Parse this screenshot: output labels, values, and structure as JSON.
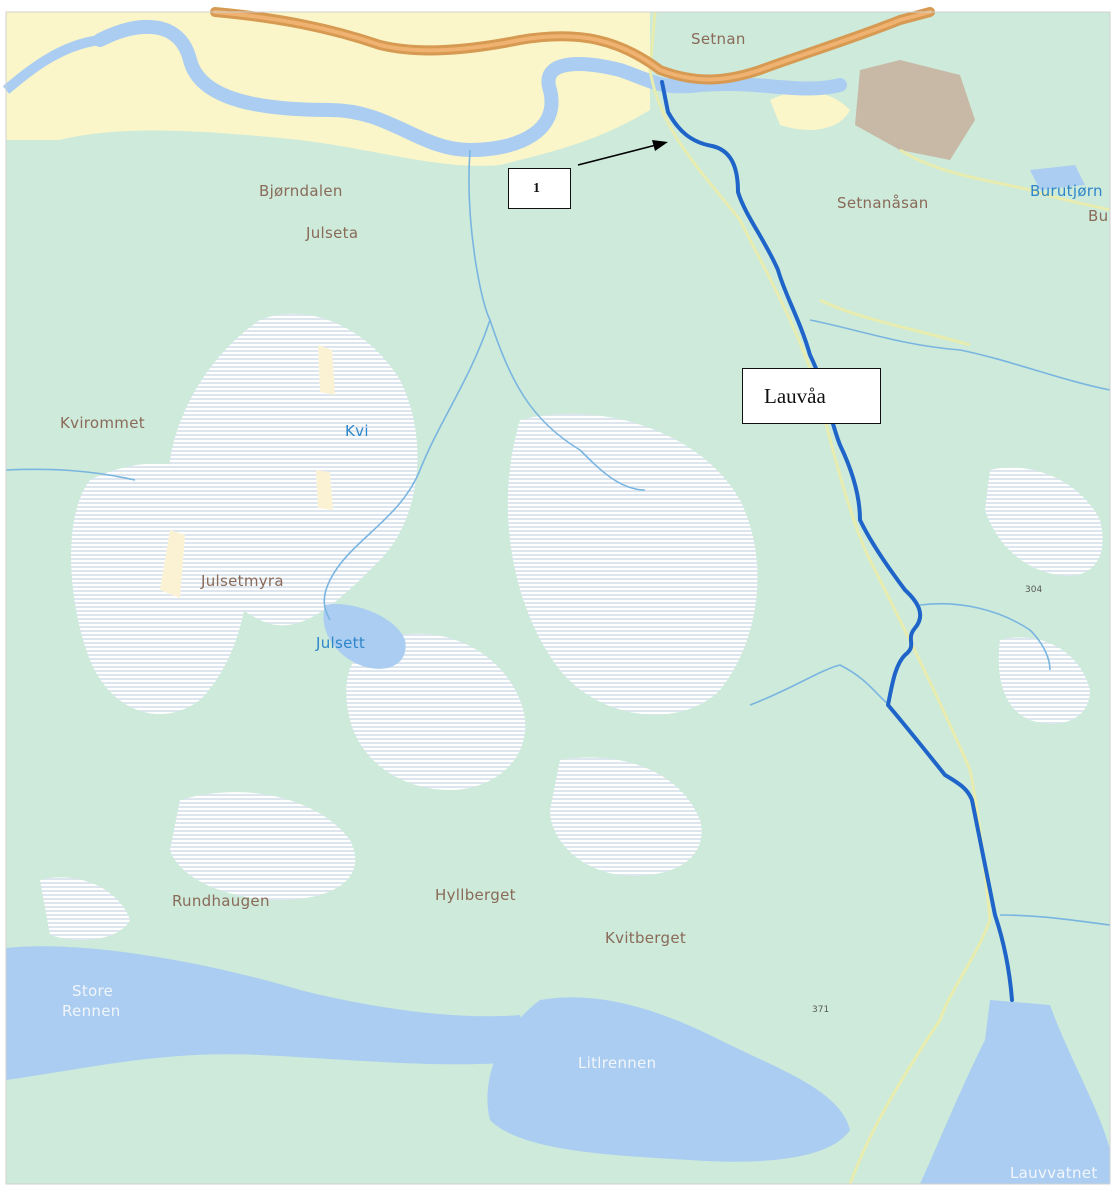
{
  "map": {
    "labels": {
      "setnan": "Setnan",
      "byorndalen": "Bjørndalen",
      "julseta": "Julseta",
      "setnanasan": "Setnanåsan",
      "burutjorn": "Burutjørn",
      "bu": "Bu",
      "kvirommet": "Kvirommet",
      "kvi": "Kvi",
      "julsetmyra": "Julsetmyra",
      "julsett": "Julsett",
      "rundhaugen": "Rundhaugen",
      "hyllberget": "Hyllberget",
      "kvitberget": "Kvitberget",
      "store_rennen_1": "Store",
      "store_rennen_2": "Rennen",
      "litlrennen": "Litlrennen",
      "lauvvatnet": "Lauvvatnet"
    },
    "spot_heights": {
      "h304": "304",
      "h371": "371"
    }
  },
  "annotations": {
    "marker_label": "1",
    "river_label": "Lauvåa"
  },
  "colors": {
    "forest": "#cdeadb",
    "farmland": "#fbf6c9",
    "water": "#aacdf1",
    "river_highlight": "#1f64c8",
    "road_main": "#d79a52",
    "road_minor": "#e8ecae",
    "quarry": "#c8b8a6"
  }
}
